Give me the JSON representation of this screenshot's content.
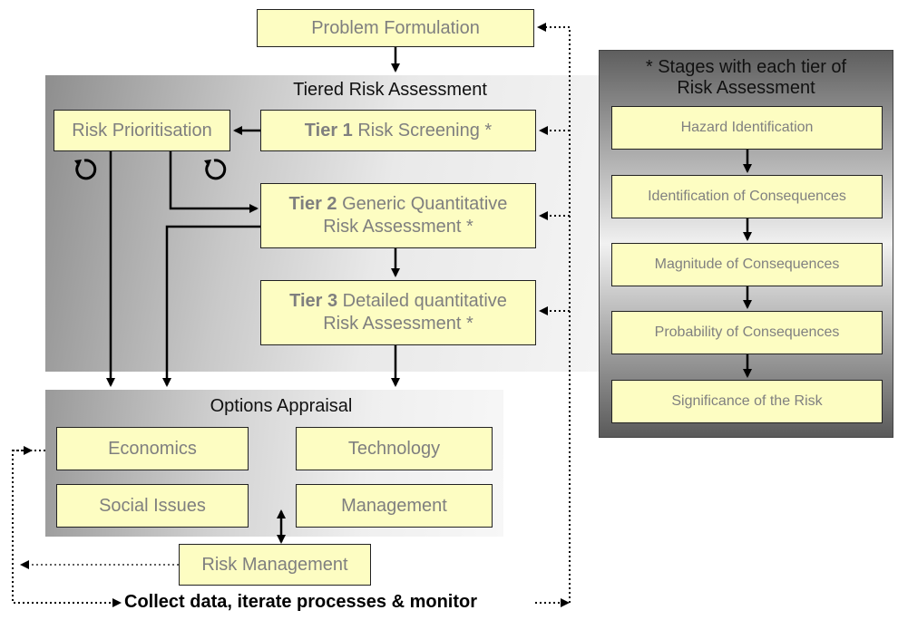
{
  "top": {
    "problem_formulation": "Problem Formulation"
  },
  "tiered": {
    "title": "Tiered Risk Assessment",
    "risk_prioritisation": "Risk Prioritisation",
    "tier1": {
      "label": "Tier 1",
      "text": "Risk Screening *"
    },
    "tier2": {
      "label": "Tier 2",
      "text_line1": "Generic Quantitative",
      "text_line2": "Risk Assessment *"
    },
    "tier3": {
      "label": "Tier 3",
      "text_line1": "Detailed quantitative",
      "text_line2": "Risk Assessment *"
    }
  },
  "options": {
    "title": "Options Appraisal",
    "economics": "Economics",
    "technology": "Technology",
    "social_issues": "Social Issues",
    "management": "Management"
  },
  "risk_management": "Risk Management",
  "bottom_label": "Collect data, iterate processes & monitor",
  "stages": {
    "title_line1": "* Stages with each tier of",
    "title_line2": "Risk Assessment",
    "items": [
      "Hazard Identification",
      "Identification of Consequences",
      "Magnitude of Consequences",
      "Probability of Consequences",
      "Significance of the Risk"
    ]
  },
  "icons": [
    "cycle-icon",
    "cycle-icon",
    "arrow-icon",
    "dotted-arrow-icon"
  ]
}
